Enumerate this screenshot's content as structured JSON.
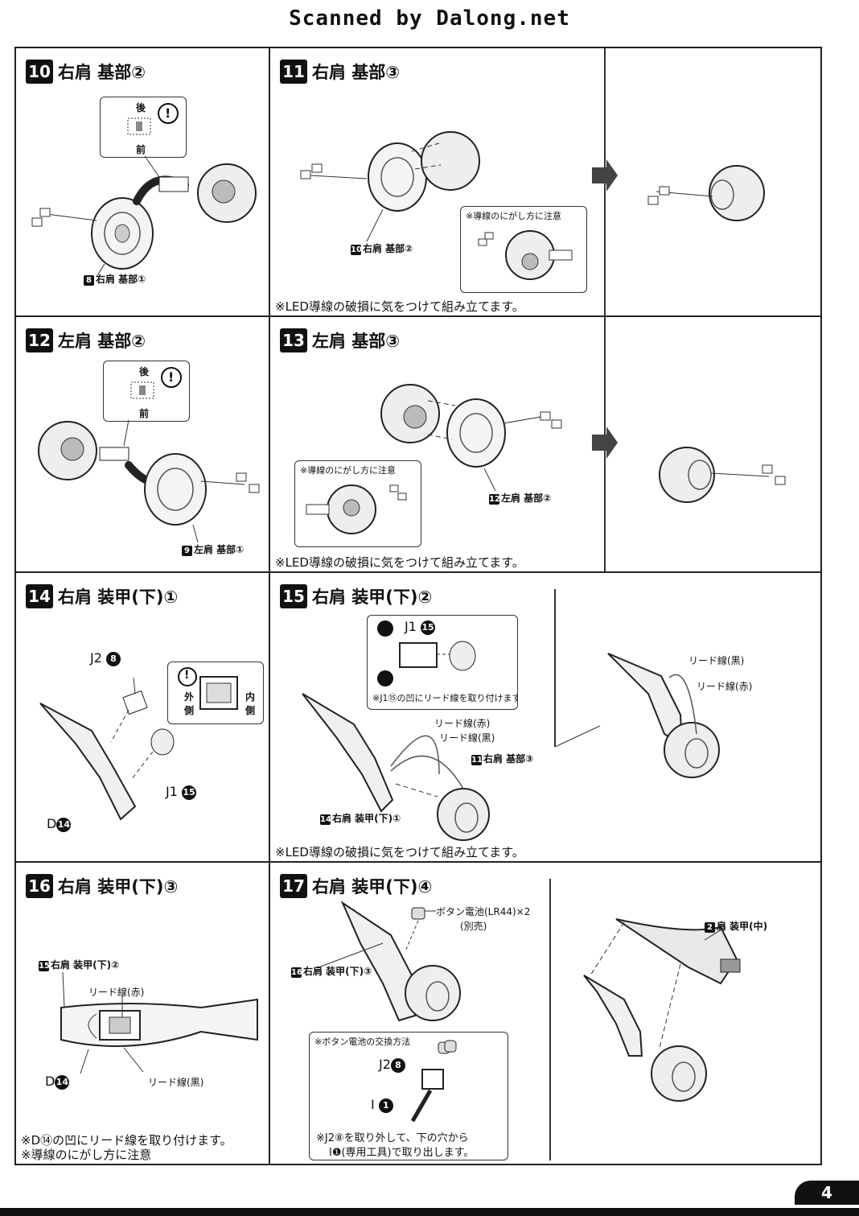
{
  "header": {
    "scan_title": "Scanned by Dalong.net"
  },
  "page_number": "4",
  "steps": [
    {
      "num": "10",
      "title": "右肩 基部②",
      "inset": {
        "back": "後",
        "front": "前",
        "warn": "!"
      },
      "labels": {
        "part": "8",
        "part_label": "右肩 基部①"
      }
    },
    {
      "num": "11",
      "title": "右肩 基部③",
      "labels": {
        "part": "10",
        "part_label": "右肩 基部②"
      },
      "inset_caption": "※導線のにがし方に注意",
      "note": "※LED導線の破損に気をつけて組み立てます。"
    },
    {
      "num": "12",
      "title": "左肩 基部②",
      "inset": {
        "back": "後",
        "front": "前",
        "warn": "!"
      },
      "labels": {
        "part": "9",
        "part_label": "左肩 基部①"
      }
    },
    {
      "num": "13",
      "title": "左肩 基部③",
      "labels": {
        "part": "12",
        "part_label": "左肩 基部②"
      },
      "inset_caption": "※導線のにがし方に注意",
      "note": "※LED導線の破損に気をつけて組み立てます。"
    },
    {
      "num": "14",
      "title": "右肩 装甲(下)①",
      "labels": {
        "j2": "J2",
        "j2_num": "8",
        "j1": "J1",
        "j1_num": "15",
        "d": "D",
        "d_num": "14",
        "outer": "外側",
        "inner": "内側",
        "warn": "!"
      }
    },
    {
      "num": "15",
      "title": "右肩 装甲(下)②",
      "labels": {
        "j1": "J1",
        "j1_num": "15",
        "inset_note": "※J1⑮の凹にリード線を取り付けます。",
        "red": "リード線(赤)",
        "black": "リード線(黒)",
        "p11": "11",
        "p11_label": "右肩 基部③",
        "p14": "14",
        "p14_label": "右肩 装甲(下)①",
        "red_r": "リード線(赤)",
        "black_r": "リード線(黒)"
      },
      "note": "※LED導線の破損に気をつけて組み立てます。"
    },
    {
      "num": "16",
      "title": "右肩 装甲(下)③",
      "labels": {
        "p15": "15",
        "p15_label": "右肩 装甲(下)②",
        "red": "リード線(赤)",
        "black": "リード線(黒)",
        "d": "D",
        "d_num": "14"
      },
      "note1": "※D⑭の凹にリード線を取り付けます。",
      "note2": "※導線のにがし方に注意"
    },
    {
      "num": "17",
      "title": "右肩 装甲(下)④",
      "labels": {
        "battery": "ボタン電池(LR44)×2",
        "sold": "(別売)",
        "p16": "16",
        "p16_label": "右肩 装甲(下)③",
        "p2": "2",
        "p2_label": "肩 装甲(中)",
        "j2": "J2",
        "j2_num": "8",
        "i": "I",
        "i_num": "1"
      },
      "inset_caption": "※ボタン電池の交換方法",
      "inset_note1": "※J2⑧を取り外して、下の穴から",
      "inset_note2": "I❶(専用工具)で取り出します。"
    }
  ]
}
